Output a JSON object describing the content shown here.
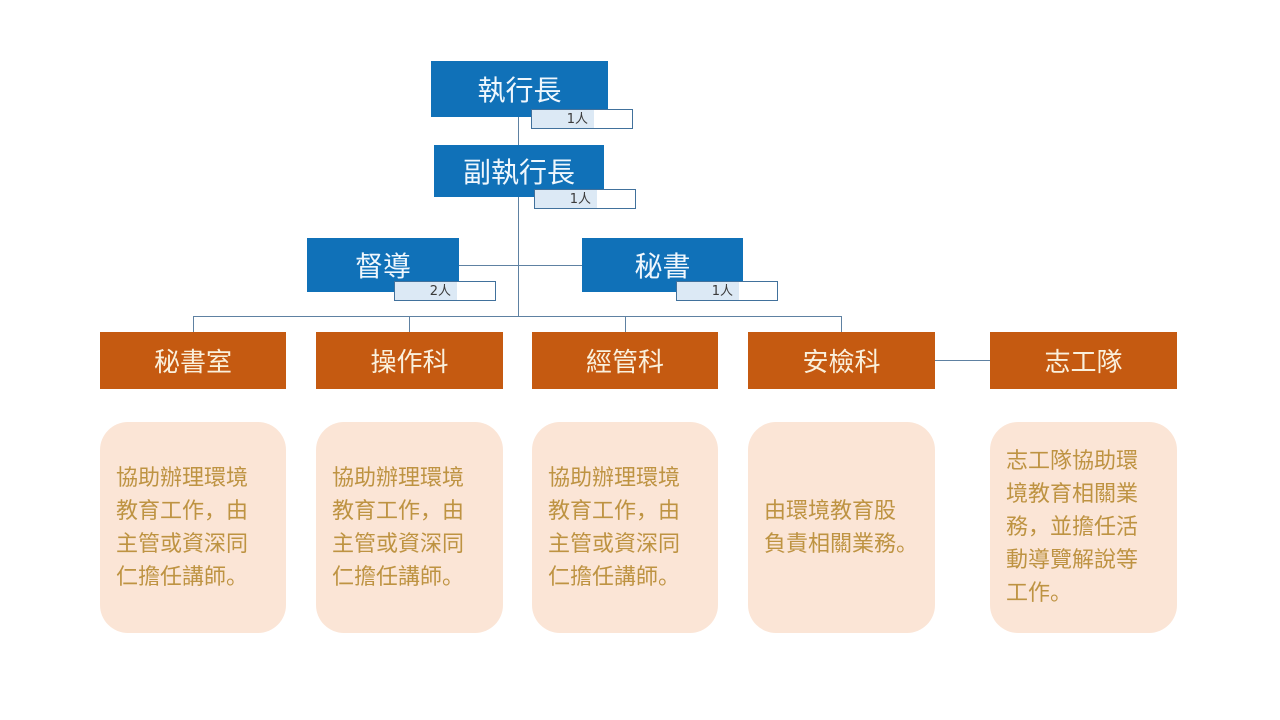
{
  "org": {
    "ceo": {
      "label": "執行長",
      "count": "1人"
    },
    "deputy": {
      "label": "副執行長",
      "count": "1人"
    },
    "supervisor": {
      "label": "督導",
      "count": "2人"
    },
    "secretary": {
      "label": "秘書",
      "count": "1人"
    },
    "departments": [
      {
        "label": "秘書室",
        "description": "協助辦理環境教育工作，由主管或資深同仁擔任講師。",
        "description_lines": [
          "協助辦理環境",
          "教育工作，由",
          "主管或資深同",
          "仁擔任講師。"
        ]
      },
      {
        "label": "操作科",
        "description": "協助辦理環境教育工作，由主管或資深同仁擔任講師。",
        "description_lines": [
          "協助辦理環境",
          "教育工作，由",
          "主管或資深同",
          "仁擔任講師。"
        ]
      },
      {
        "label": "經管科",
        "description": "協助辦理環境教育工作，由主管或資深同仁擔任講師。",
        "description_lines": [
          "協助辦理環境",
          "教育工作，由",
          "主管或資深同",
          "仁擔任講師。"
        ]
      },
      {
        "label": "安檢科",
        "description": "由環境教育股負責相關業務。",
        "description_lines": [
          "由環境教育股",
          "負責相關業務。"
        ]
      },
      {
        "label": "志工隊",
        "description": "志工隊協助環境教育相關業務，並擔任活動導覽解說等工作。",
        "description_lines": [
          "志工隊協助環",
          "境教育相關業",
          "務，並擔任活",
          "動導覽解說等",
          "工作。"
        ]
      }
    ]
  },
  "colors": {
    "primary_blue": "#1071B8",
    "orange": "#C55A11",
    "description_bg": "#FBE5D6",
    "description_text": "#BE9342",
    "connector": "#5E81A2",
    "badge_fill": "#DCE9F5",
    "badge_border": "#41719C",
    "badge_text": "#3B3B3B"
  }
}
